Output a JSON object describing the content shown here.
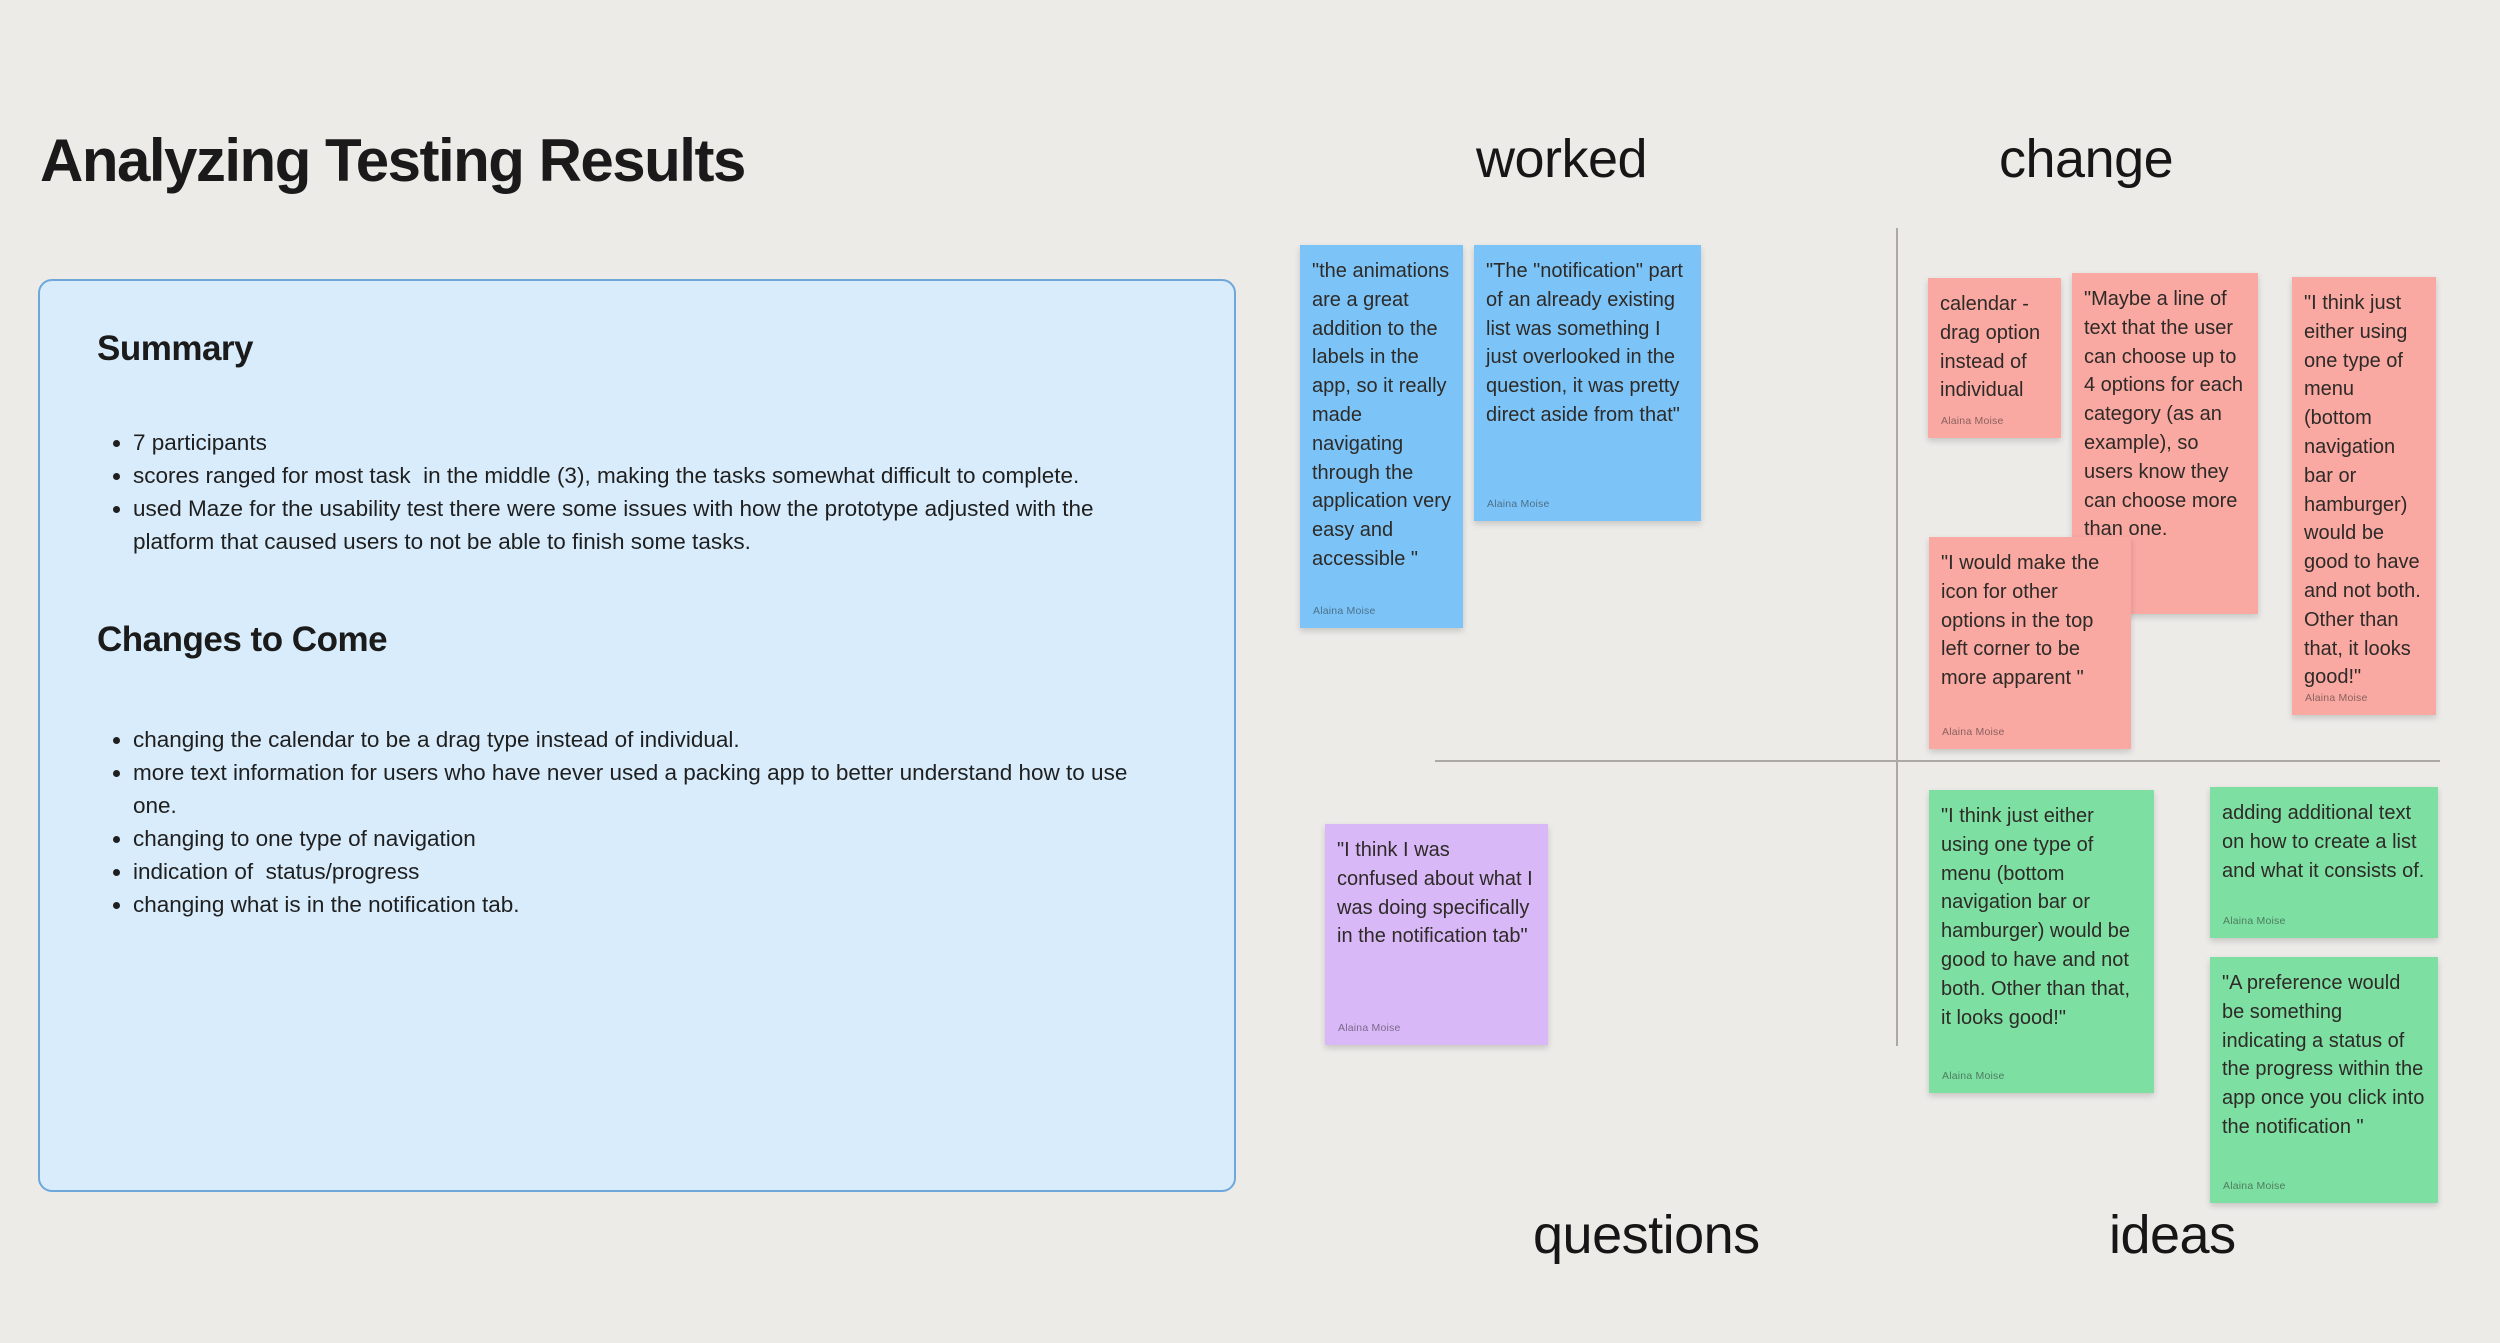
{
  "board": {
    "title": "Analyzing Testing Results"
  },
  "summary_panel": {
    "sections": [
      {
        "heading": "Summary",
        "bullets": [
          "7 participants",
          "scores ranged for most task  in the middle (3), making the tasks somewhat difficult to complete.",
          "used Maze for the usability test there were some issues with how the prototype adjusted with the platform that caused users to not be able to finish some tasks."
        ]
      },
      {
        "heading": "Changes to Come",
        "bullets": [
          "changing the calendar to be a drag type instead of individual.",
          "more text information for users who have never used a packing app to better understand how to use one.",
          "changing to one type of navigation",
          "indication of  status/progress",
          "changing what is in the notification tab."
        ]
      }
    ]
  },
  "quadrant_labels": {
    "worked": "worked",
    "change": "change",
    "questions": "questions",
    "ideas": "ideas"
  },
  "sticky_notes": [
    {
      "quadrant": "worked",
      "color": "#7CC4F8",
      "text": "\"the animations are a great addition to the labels in the app, so it really made navigating through the application very easy and accessible \"",
      "author": "Alaina Moise"
    },
    {
      "quadrant": "worked",
      "color": "#7CC4F8",
      "text": "\"The \"notification\" part of an already existing list was something I just overlooked in the question, it was pretty direct aside from that\"",
      "author": "Alaina Moise"
    },
    {
      "quadrant": "change",
      "color": "#F9A8A2",
      "text": "calendar - drag option instead of individual",
      "author": "Alaina Moise"
    },
    {
      "quadrant": "change",
      "color": "#F9A8A2",
      "text": "\"Maybe a line of text that the user can choose up to 4 options for each category (as an example), so users know they can choose more than one.",
      "author": ""
    },
    {
      "quadrant": "change",
      "color": "#F9A8A2",
      "text": "\"I would make the icon for other options in the top left corner to be more apparent \"",
      "author": "Alaina Moise"
    },
    {
      "quadrant": "change",
      "color": "#F9A8A2",
      "text": "\"I think just either using one type of menu (bottom navigation bar or hamburger) would be good to have and not both. Other than that, it looks good!\"",
      "author": "Alaina Moise"
    },
    {
      "quadrant": "questions",
      "color": "#D9B8F8",
      "text": "\"I think I was confused about what I was doing specifically in the notification tab\"",
      "author": "Alaina Moise"
    },
    {
      "quadrant": "ideas",
      "color": "#7EDFA2",
      "text": "\"I think just either using one type of menu (bottom navigation bar or hamburger) would be good to have and not both. Other than that, it looks good!\"",
      "author": "Alaina Moise"
    },
    {
      "quadrant": "ideas",
      "color": "#7EDFA2",
      "text": "adding additional text on how to create a list and what it consists of.",
      "author": "Alaina Moise"
    },
    {
      "quadrant": "ideas",
      "color": "#7EDFA2",
      "text": "\"A preference would be something indicating a status of the progress within the app once you click into the notification \"",
      "author": "Alaina Moise"
    }
  ],
  "colors": {
    "background": "#EDEBE8",
    "panel_fill": "#D8ECFB",
    "panel_border": "#6FA7DB",
    "sticky_blue": "#7CC4F8",
    "sticky_pink": "#F9A8A2",
    "sticky_purple": "#D9B8F8",
    "sticky_green": "#7EDFA2",
    "divider_gray": "#ABA8A5",
    "text_dark": "#1E1E1E"
  }
}
